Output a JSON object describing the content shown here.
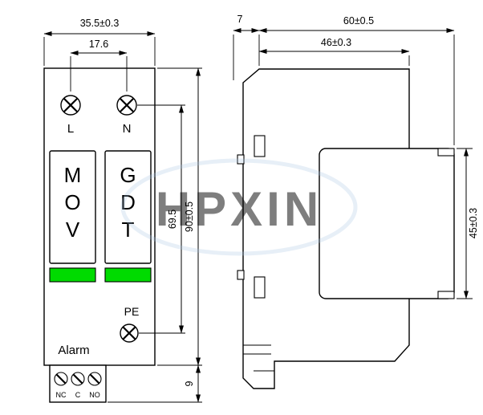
{
  "watermark": {
    "text": "HPXIN",
    "color": "#a9c4e2"
  },
  "front": {
    "dims": {
      "overall_width": "35.5±0.3",
      "screw_spacing": "17.6",
      "screw_to_pe": "69.5",
      "height": "90±0.5",
      "terminal_height": "9"
    },
    "labels": {
      "line": "L",
      "neutral": "N",
      "pe": "PE",
      "alarm": "Alarm"
    },
    "module_left": [
      "M",
      "O",
      "V"
    ],
    "module_right": [
      "G",
      "D",
      "T"
    ],
    "terminal_labels": [
      "NC",
      "C",
      "NO"
    ],
    "indicator_color": "#00db00"
  },
  "side": {
    "dims": {
      "front_depth": "7",
      "total_depth": "60±0.5",
      "upper_depth": "46±0.3",
      "body_height": "45±0.3"
    }
  }
}
